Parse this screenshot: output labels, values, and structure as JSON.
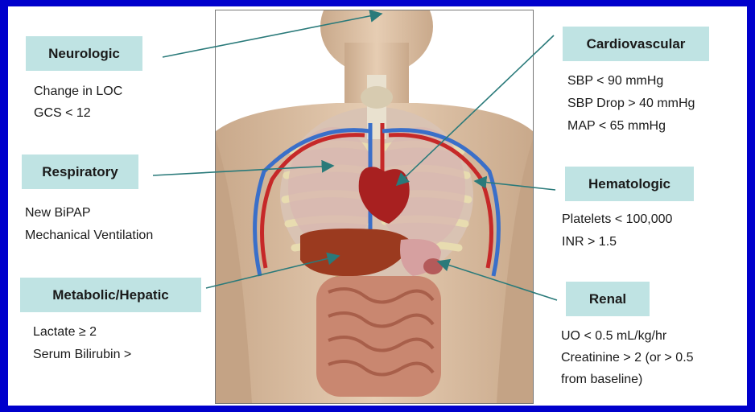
{
  "colors": {
    "background": "#0000cc",
    "label_fill": "#bfe3e3",
    "arrow": "#2a7a7a"
  },
  "image": {
    "semantic": "human-torso-anatomy-illustration"
  },
  "systems": [
    {
      "name": "Neurologic",
      "criteria": [
        "Change in LOC",
        "GCS < 12"
      ]
    },
    {
      "name": "Respiratory",
      "criteria": [
        "New BiPAP",
        "Mechanical Ventilation"
      ]
    },
    {
      "name": "Metabolic/Hepatic",
      "criteria": [
        "Lactate ≥ 2",
        "Serum Bilirubin >"
      ]
    },
    {
      "name": "Cardiovascular",
      "criteria": [
        "SBP < 90 mmHg",
        "SBP Drop > 40 mmHg",
        "MAP < 65 mmHg"
      ]
    },
    {
      "name": "Hematologic",
      "criteria": [
        "Platelets < 100,000",
        "INR > 1.5"
      ]
    },
    {
      "name": "Renal",
      "criteria": [
        "UO < 0.5 mL/kg/hr",
        "Creatinine > 2 (or > 0.5",
        "from baseline)"
      ]
    }
  ]
}
